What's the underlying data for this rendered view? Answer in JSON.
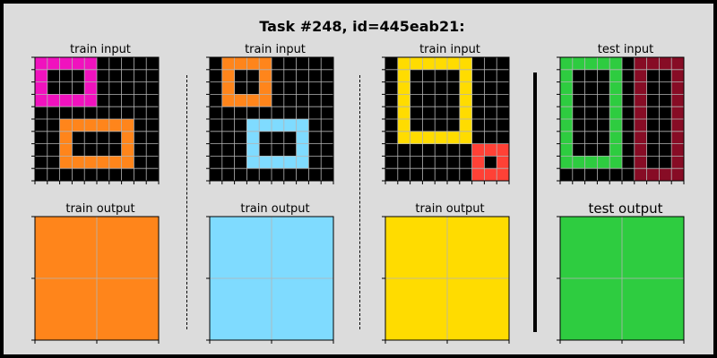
{
  "title": "Task #248, id=445eab21:",
  "palette": {
    "0": "#000000",
    "orange": "#ff851b",
    "magenta": "#f012be",
    "lightblue": "#7fdbff",
    "yellow": "#ffdc00",
    "red": "#ff4136",
    "green": "#2ecc40",
    "maroon": "#870c25",
    "gridline": "#b4b4b4"
  },
  "panels": [
    {
      "label": "train input",
      "size": [
        10,
        10
      ],
      "rects": [
        {
          "color": "magenta",
          "r0": 0,
          "c0": 0,
          "r1": 3,
          "c1": 4
        },
        {
          "color": "orange",
          "r0": 5,
          "c0": 2,
          "r1": 8,
          "c1": 7
        }
      ]
    },
    {
      "label": "train input",
      "size": [
        10,
        10
      ],
      "rects": [
        {
          "color": "orange",
          "r0": 0,
          "c0": 1,
          "r1": 3,
          "c1": 4
        },
        {
          "color": "lightblue",
          "r0": 5,
          "c0": 3,
          "r1": 8,
          "c1": 7
        }
      ]
    },
    {
      "label": "train input",
      "size": [
        10,
        10
      ],
      "rects": [
        {
          "color": "yellow",
          "r0": 0,
          "c0": 1,
          "r1": 6,
          "c1": 6
        },
        {
          "color": "red",
          "r0": 7,
          "c0": 7,
          "r1": 9,
          "c1": 9
        }
      ]
    },
    {
      "label": "test input",
      "size": [
        10,
        10
      ],
      "rects": [
        {
          "color": "green",
          "r0": 0,
          "c0": 0,
          "r1": 8,
          "c1": 4
        },
        {
          "color": "maroon",
          "r0": 0,
          "c0": 6,
          "r1": 9,
          "c1": 9
        }
      ]
    },
    {
      "label": "train output",
      "size": [
        2,
        2
      ],
      "fill": "orange"
    },
    {
      "label": "train output",
      "size": [
        2,
        2
      ],
      "fill": "lightblue"
    },
    {
      "label": "train output",
      "size": [
        2,
        2
      ],
      "fill": "yellow"
    },
    {
      "label": "test output",
      "size": [
        2,
        2
      ],
      "fill": "green"
    }
  ]
}
